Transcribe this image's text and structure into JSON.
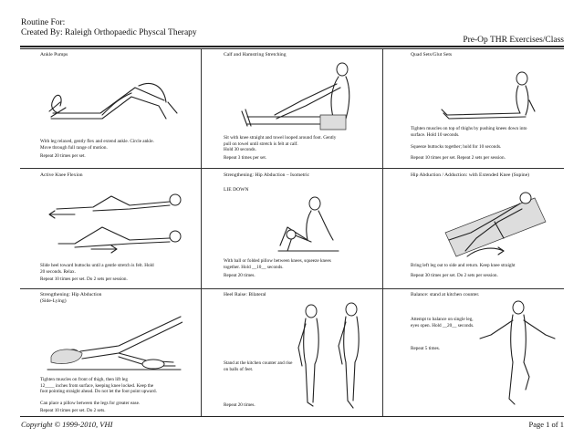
{
  "header": {
    "routine_for": "Routine For:",
    "created_by": "Created By: Raleigh Orthopaedic Physcal Therapy",
    "program": "Pre-Op THR Exercises/Class"
  },
  "exercises": [
    {
      "title": "Ankle Pumps",
      "body": [
        "With leg relaxed, gently flex and extend ankle. Circle ankle.",
        "Move through full range of motion."
      ],
      "repeat": "Repeat 20 times per set."
    },
    {
      "title": "Calf and Hamstring Stretching",
      "body": [
        "Sit with knee straight and towel looped around foot. Gently",
        "pull on towel until stretch is felt at calf.",
        "Hold  30 seconds."
      ],
      "repeat": "Repeat 3 times per set."
    },
    {
      "title": "Quad Sets/Glut Sets",
      "body": [
        "Tighten muscles on top of thighs by pushing knees down into",
        "surface. Hold 10 seconds.",
        "",
        "Squeeze buttocks together; hold for 10 seconds."
      ],
      "repeat": "Repeat 10 times per set.  Repeat 2 sets per session."
    },
    {
      "title": "Active Knee Flexion",
      "body": [
        "Slide heel toward buttocks until a gentle stretch is felt. Hold",
        "20 seconds. Relax."
      ],
      "repeat": "Repeat 10 times per set.  Do 2 sets per session."
    },
    {
      "title": "Strengthening: Hip Abduction – Isometric",
      "subtitle": "LIE DOWN",
      "body": [
        "With ball or folded pillow between knees, squeeze knees",
        "together. Hold __10__ seconds."
      ],
      "repeat": "Repeat 20 times."
    },
    {
      "title": "Hip Abduction / Adduction: with Extended Knee (Supine)",
      "body": [
        "Bring left leg out to side and return. Keep knee straight"
      ],
      "repeat": "Repeat 30 times per set.  Do 2 sets per session."
    },
    {
      "title": "Strengthening: Hip Abduction",
      "subtitle": "(Side-Lying)",
      "body": [
        "Tighten muscles on front of thigh, then lift leg",
        "12____ inches from surface, keeping knee locked.  Keep the",
        "foot pointing straight ahead.  Do not let the foot point upward.",
        "",
        "Can place a pillow between the legs for greater ease."
      ],
      "repeat": "Repeat 10 times per set.  Do 2 sets."
    },
    {
      "title": "Heel Raise: Bilateral",
      "body": [
        "Stand at the kitchen counter and rise",
        "on balls of feet."
      ],
      "repeat": "Repeat 20 times."
    },
    {
      "title": "Balance: stand at kitchen counter.",
      "body": [
        "Attempt to balance on single leg,",
        "eyes open. Hold __20__ seconds."
      ],
      "repeat": "Repeat 5 times."
    }
  ],
  "footer": {
    "copyright": "Copyright © 1999-2010, VHI",
    "page": "Page 1 of 1"
  }
}
